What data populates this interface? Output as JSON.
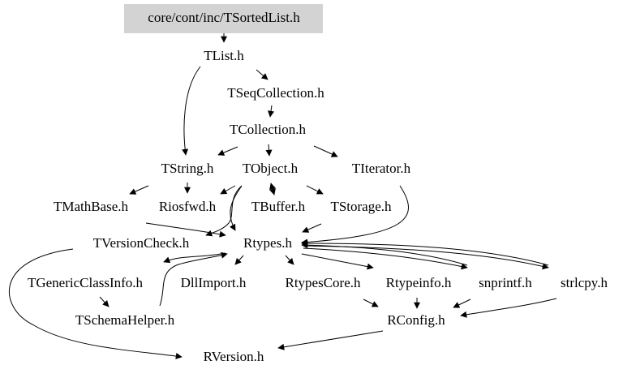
{
  "graph": {
    "root": "core/cont/inc/TSortedList.h",
    "root_fill": "#d3d3d3",
    "nodes": {
      "tlist": "TList.h",
      "tseqcollection": "TSeqCollection.h",
      "tcollection": "TCollection.h",
      "tstring": "TString.h",
      "tobject": "TObject.h",
      "titerator": "TIterator.h",
      "tmathbase": "TMathBase.h",
      "riosfwd": "Riosfwd.h",
      "tbuffer": "TBuffer.h",
      "tstorage": "TStorage.h",
      "tversioncheck": "TVersionCheck.h",
      "rtypes": "Rtypes.h",
      "tgenericclassinfo": "TGenericClassInfo.h",
      "dllimport": "DllImport.h",
      "rtypescore": "RtypesCore.h",
      "rtypeinfo": "Rtypeinfo.h",
      "snprintf": "snprintf.h",
      "strlcpy": "strlcpy.h",
      "tschemahelper": "TSchemaHelper.h",
      "rconfig": "RConfig.h",
      "rversion": "RVersion.h"
    },
    "edges": [
      [
        "root",
        "tlist"
      ],
      [
        "tlist",
        "tseqcollection"
      ],
      [
        "tlist",
        "tstring"
      ],
      [
        "tseqcollection",
        "tcollection"
      ],
      [
        "tcollection",
        "tstring"
      ],
      [
        "tcollection",
        "tobject"
      ],
      [
        "tcollection",
        "titerator"
      ],
      [
        "tstring",
        "tmathbase"
      ],
      [
        "tstring",
        "riosfwd"
      ],
      [
        "tobject",
        "riosfwd"
      ],
      [
        "tobject",
        "tbuffer"
      ],
      [
        "tobject",
        "tstorage"
      ],
      [
        "tobject",
        "tversioncheck"
      ],
      [
        "tobject",
        "rtypes"
      ],
      [
        "tbuffer",
        "tobject"
      ],
      [
        "tmathbase",
        "rtypes"
      ],
      [
        "tstorage",
        "rtypes"
      ],
      [
        "titerator",
        "rtypes"
      ],
      [
        "tversioncheck",
        "rversion"
      ],
      [
        "rtypes",
        "tgenericclassinfo"
      ],
      [
        "rtypes",
        "dllimport"
      ],
      [
        "rtypes",
        "rtypescore"
      ],
      [
        "rtypes",
        "rtypeinfo"
      ],
      [
        "rtypes",
        "snprintf"
      ],
      [
        "rtypes",
        "strlcpy"
      ],
      [
        "tgenericclassinfo",
        "tschemahelper"
      ],
      [
        "tschemahelper",
        "rtypes"
      ],
      [
        "rtypescore",
        "rconfig"
      ],
      [
        "rtypeinfo",
        "rconfig"
      ],
      [
        "snprintf",
        "rconfig"
      ],
      [
        "strlcpy",
        "rconfig"
      ],
      [
        "rconfig",
        "rversion"
      ],
      [
        "snprintf",
        "rtypes"
      ],
      [
        "strlcpy",
        "rtypes"
      ]
    ]
  }
}
